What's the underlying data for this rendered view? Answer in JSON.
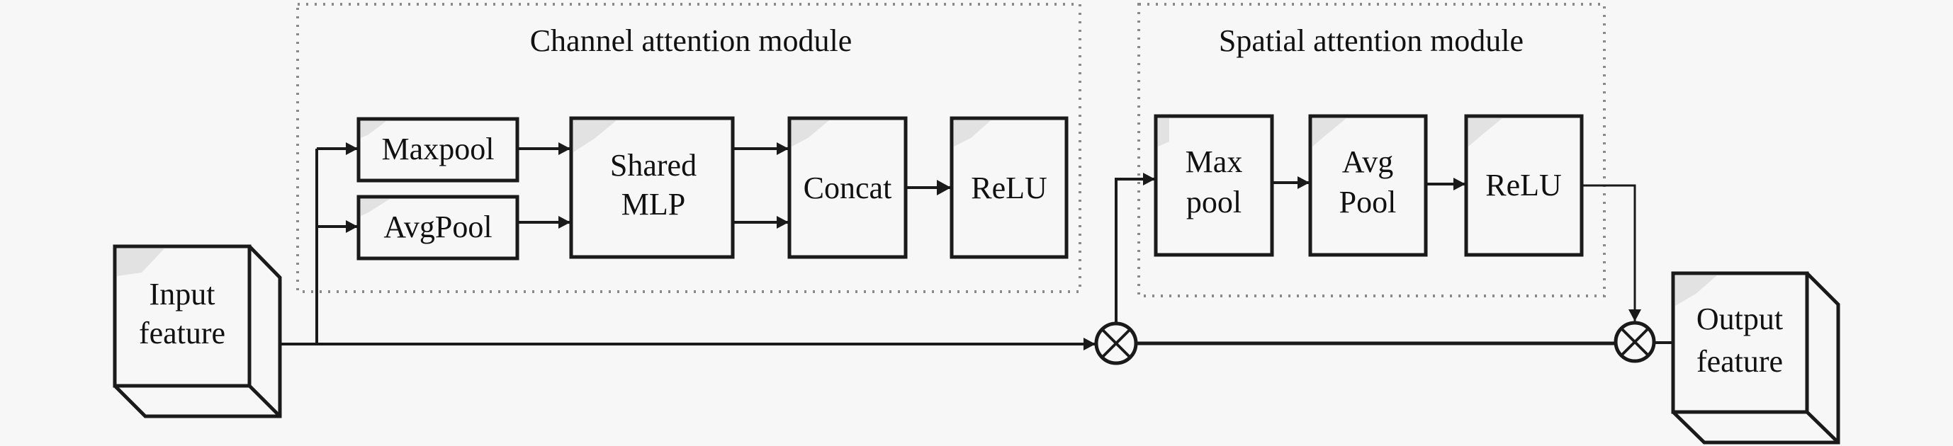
{
  "diagram": {
    "modules": {
      "channel": {
        "title": "Channel attention module"
      },
      "spatial": {
        "title": "Spatial attention module"
      }
    },
    "nodes": {
      "input": [
        "Input",
        "feature"
      ],
      "maxpool": [
        "Maxpool"
      ],
      "avgpool": [
        "AvgPool"
      ],
      "shared_mlp": [
        "Shared",
        "MLP"
      ],
      "concat": [
        "Concat"
      ],
      "relu_channel": [
        "ReLU"
      ],
      "max_pool_spatial": [
        "Max",
        "pool"
      ],
      "avg_pool_spatial": [
        "Avg",
        "Pool"
      ],
      "relu_spatial": [
        "ReLU"
      ],
      "output": [
        "Output",
        "feature"
      ]
    },
    "operators": {
      "multiply_1": "element-wise multiply",
      "multiply_2": "element-wise multiply"
    },
    "colors": {
      "stroke": "#1a1a1a",
      "background": "#f7f7f7",
      "dotted_border": "#8a8a8a",
      "corner_shade": "#e2e2e2"
    }
  }
}
